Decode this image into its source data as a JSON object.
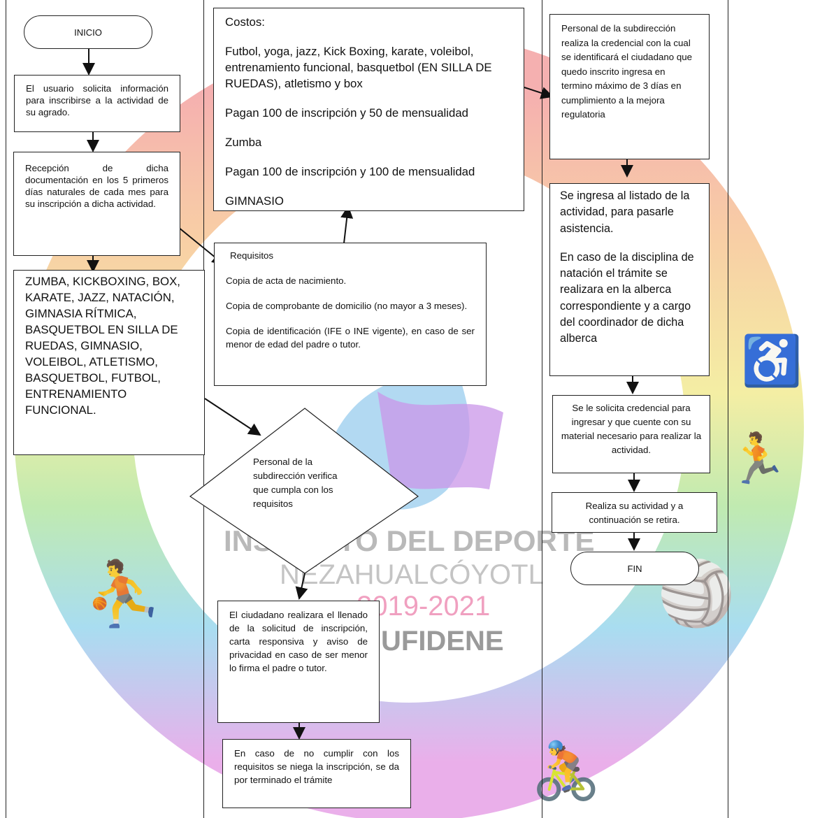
{
  "watermark": {
    "line1": "INSTITUTO DEL DEPORTE",
    "line2": "NEZAHUALCÓYOTL",
    "line3": "2019-2021",
    "line4": "UFIDENE"
  },
  "lane1": {
    "start": "INICIO",
    "step1": "El usuario solicita información para inscribirse a la actividad de su agrado.",
    "step2": "Recepción de dicha documentación en los 5 primeros días naturales de cada mes para su inscripción a dicha actividad.",
    "activities": "ZUMBA, KICKBOXING, BOX, KARATE, JAZZ, NATACIÓN, GIMNASIA RÍTMICA, BASQUETBOL EN SILLA DE RUEDAS, GIMNASIO, VOLEIBOL, ATLETISMO, BASQUETBOL, FUTBOL, ENTRENAMIENTO FUNCIONAL."
  },
  "lane2": {
    "costos": {
      "title": "Costos:",
      "group1": "Futbol, yoga, jazz, Kick Boxing, karate, voleibol, entrenamiento funcional, basquetbol (EN SILLA DE RUEDAS), atletismo y box",
      "price1": "Pagan 100 de inscripción y 50 de mensualidad",
      "group2": "Zumba",
      "price2": "Pagan 100 de inscripción y 100 de mensualidad",
      "group3": "GIMNASIO"
    },
    "requisitos": {
      "title": "Requisitos",
      "item1": "Copia de acta de nacimiento.",
      "item2": "Copia de comprobante de domicilio (no mayor a 3 meses).",
      "item3": "Copia de identificación (IFE o INE vigente), en caso de ser menor de edad del padre o tutor."
    },
    "decision": "Personal de la subdirección verifica que cumpla con los requisitos",
    "fill_form": "El ciudadano realizara el llenado de la solicitud de inscripción, carta responsiva y aviso de privacidad en caso de ser menor lo firma el padre o tutor.",
    "rejected": "En caso de no cumplir con los requisitos se niega la inscripción, se da por terminado el trámite"
  },
  "lane3": {
    "credential": "Personal de la subdirección realiza la credencial con la cual se identificará el ciudadano que quedo inscrito ingresa en termino máximo de 3 días en cumplimiento a la mejora regulatoria",
    "listing_p1": "Se ingresa al listado de la actividad, para pasarle asistencia.",
    "listing_p2": "En caso de la disciplina de natación el trámite se realizara en la alberca correspondiente y a cargo del coordinador de dicha alberca",
    "request_cred": "Se le solicita credencial para ingresar y que cuente con su material necesario para realizar la actividad.",
    "activity": "Realiza su actividad y a continuación se retira.",
    "end": "FIN"
  }
}
